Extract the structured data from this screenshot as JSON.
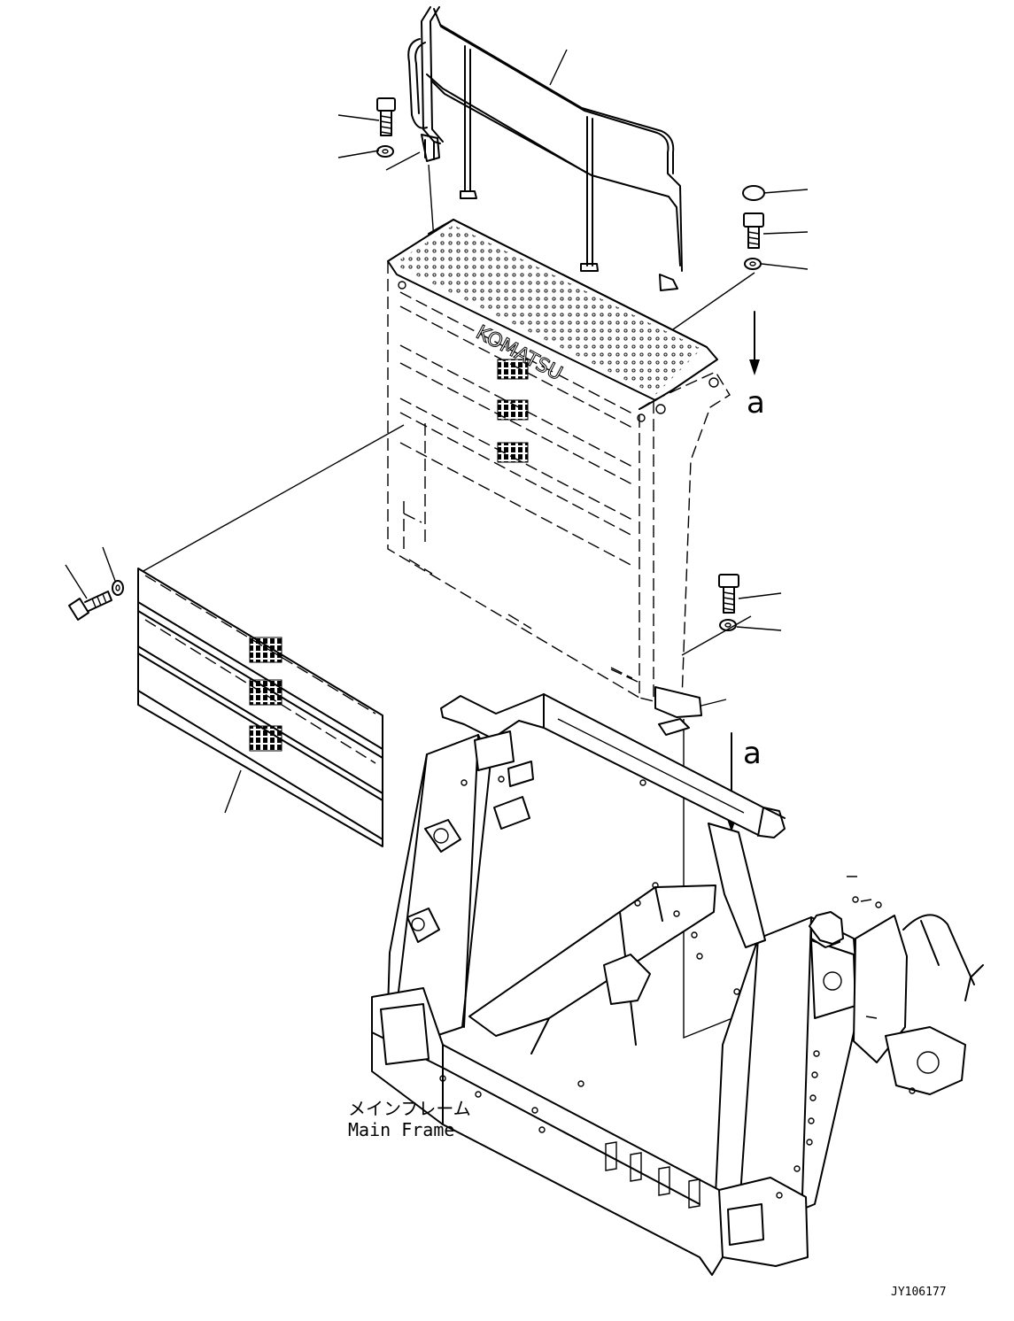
{
  "callouts": {
    "view_letter_top": "a",
    "view_letter_bottom": "a"
  },
  "labels": {
    "main_frame_jp": "メインフレーム",
    "main_frame_en": "Main Frame",
    "brand": "KOMATSU",
    "drawing_number": "JY106177"
  }
}
